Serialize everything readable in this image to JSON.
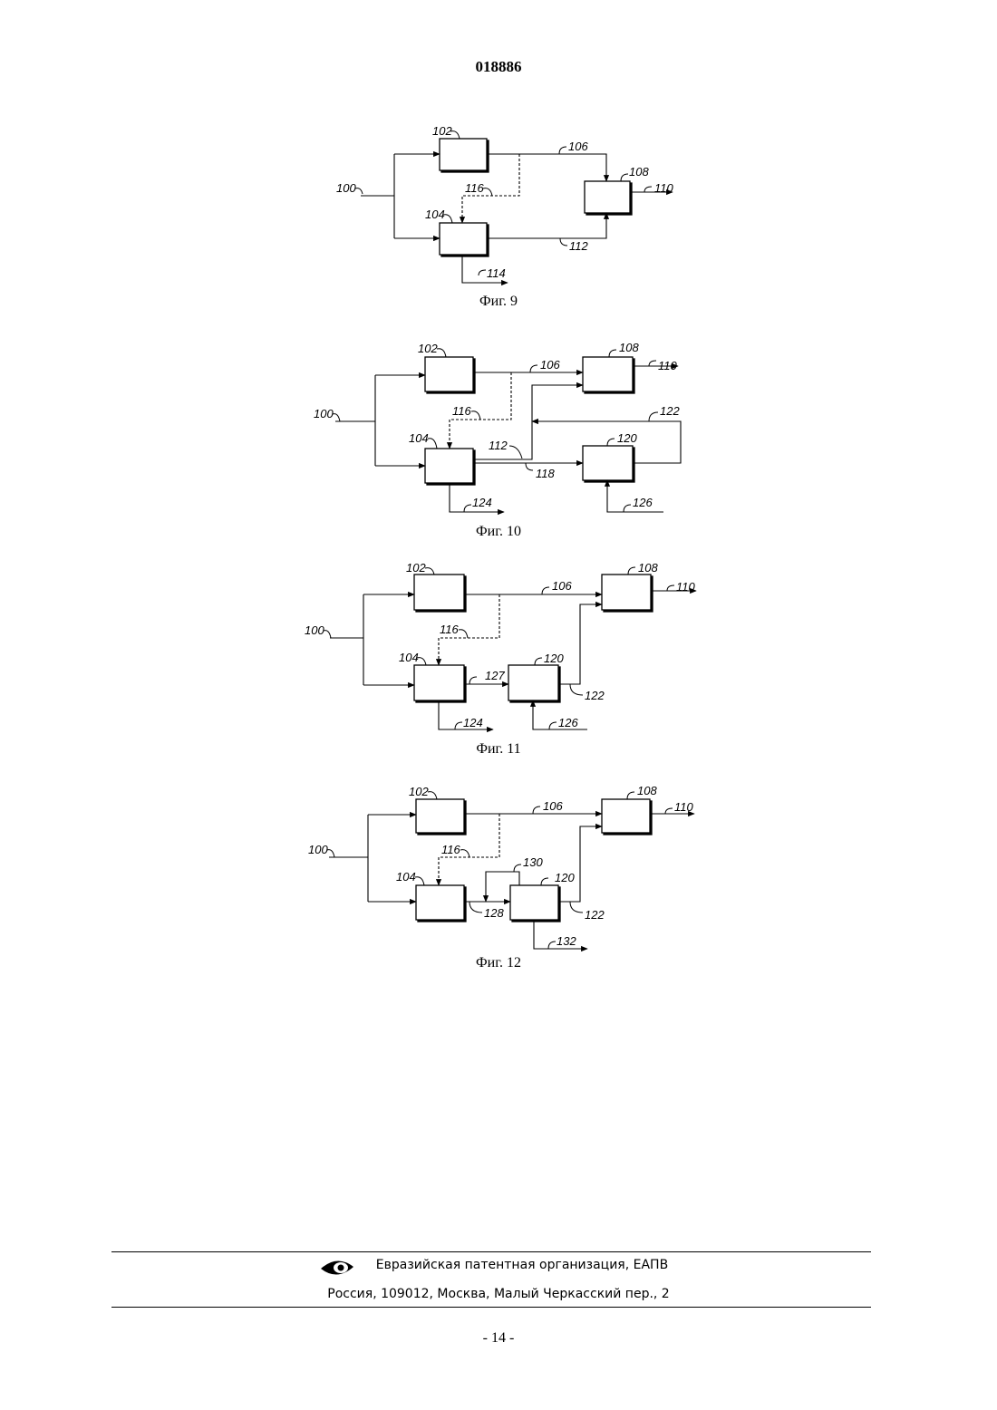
{
  "header": {
    "doc_number": "018886"
  },
  "figures": [
    {
      "caption": "Фиг. 9",
      "labels": {
        "l100": "100",
        "l102": "102",
        "l104": "104",
        "l106": "106",
        "l108": "108",
        "l110": "110",
        "l112": "112",
        "l114": "114",
        "l116": "116"
      }
    },
    {
      "caption": "Фиг. 10",
      "labels": {
        "l100": "100",
        "l102": "102",
        "l104": "104",
        "l106": "106",
        "l108": "108",
        "l110": "110",
        "l112": "112",
        "l116": "116",
        "l118": "118",
        "l120": "120",
        "l122": "122",
        "l124": "124",
        "l126": "126"
      }
    },
    {
      "caption": "Фиг. 11",
      "labels": {
        "l100": "100",
        "l102": "102",
        "l104": "104",
        "l106": "106",
        "l108": "108",
        "l110": "110",
        "l116": "116",
        "l120": "120",
        "l122": "122",
        "l124": "124",
        "l126": "126",
        "l127": "127"
      }
    },
    {
      "caption": "Фиг. 12",
      "labels": {
        "l100": "100",
        "l102": "102",
        "l104": "104",
        "l106": "106",
        "l108": "108",
        "l110": "110",
        "l116": "116",
        "l120": "120",
        "l122": "122",
        "l128": "128",
        "l130": "130",
        "l132": "132"
      }
    }
  ],
  "footer": {
    "org": "Евразийская патентная организация, ЕАПВ",
    "address": "Россия, 109012, Москва, Малый Черкасский пер., 2",
    "logo_icon": "eapo-eye-logo-icon"
  },
  "page_number": "- 14 -"
}
